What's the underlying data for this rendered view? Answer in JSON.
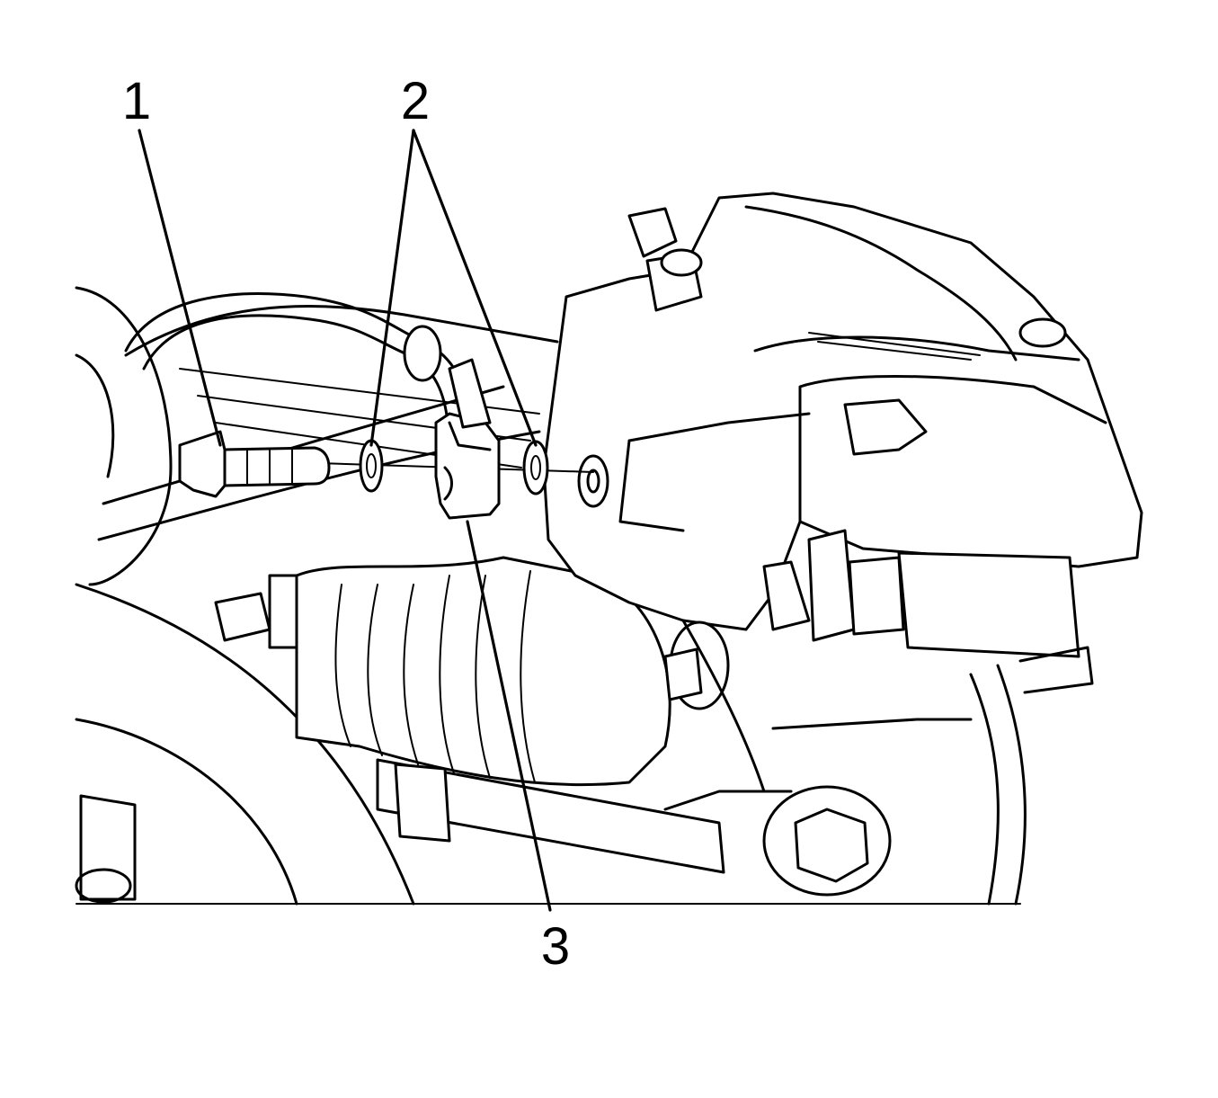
{
  "diagram": {
    "callouts": [
      {
        "id": "callout-1",
        "label": "1"
      },
      {
        "id": "callout-2",
        "label": "2"
      },
      {
        "id": "callout-3",
        "label": "3"
      }
    ],
    "colors": {
      "line": "#000000",
      "background": "#ffffff"
    }
  }
}
